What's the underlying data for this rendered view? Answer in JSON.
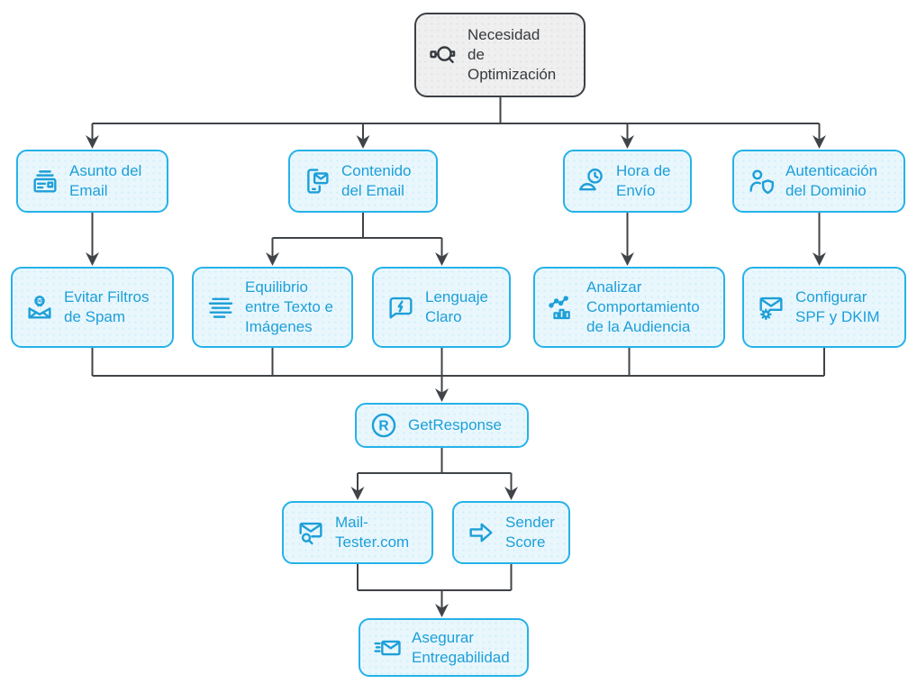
{
  "diagram": {
    "palette": {
      "accent_border": "#25b2e8",
      "accent_text": "#1e9fd8",
      "node_fill": "#e9f7fd",
      "root_fill": "#efefef",
      "root_border": "#3c4046",
      "connector": "#404347"
    },
    "nodes": {
      "necesidad": {
        "label": "Necesidad\nde\nOptimización",
        "icon": "optimization-search-icon"
      },
      "asunto": {
        "label": "Asunto del\nEmail",
        "icon": "stacked-mail-icon"
      },
      "contenido": {
        "label": "Contenido\ndel Email",
        "icon": "phone-mail-icon"
      },
      "hora": {
        "label": "Hora de\nEnvío",
        "icon": "clock-send-icon"
      },
      "autenticacion": {
        "label": "Autenticación\ndel Dominio",
        "icon": "user-shield-icon"
      },
      "evitar": {
        "label": "Evitar Filtros\nde Spam",
        "icon": "spam-skull-mail-icon"
      },
      "equilibrio": {
        "label": "Equilibrio\nentre Texto e\nImágenes",
        "icon": "text-lines-icon"
      },
      "lenguaje": {
        "label": "Lenguaje\nClaro",
        "icon": "speech-bubble-bolt-icon"
      },
      "analizar": {
        "label": "Analizar\nComportamiento\nde la Audiencia",
        "icon": "analytics-chart-icon"
      },
      "configurar": {
        "label": "Configurar\nSPF y DKIM",
        "icon": "mail-gear-icon"
      },
      "getresponse": {
        "label": "GetResponse",
        "icon": "getresponse-logo-icon"
      },
      "mailtester": {
        "label": "Mail-\nTester.com",
        "icon": "mail-search-icon"
      },
      "senderscore": {
        "label": "Sender\nScore",
        "icon": "arrow-right-icon"
      },
      "asegurar": {
        "label": "Asegurar\nEntregabilidad",
        "icon": "mail-sent-icon"
      }
    },
    "edges": [
      "necesidad -> asunto",
      "necesidad -> contenido",
      "necesidad -> hora",
      "necesidad -> autenticacion",
      "asunto -> evitar",
      "contenido -> equilibrio",
      "contenido -> lenguaje",
      "hora -> analizar",
      "autenticacion -> configurar",
      "evitar -> getresponse",
      "equilibrio -> getresponse",
      "lenguaje -> getresponse",
      "analizar -> getresponse",
      "configurar -> getresponse",
      "getresponse -> mailtester",
      "getresponse -> senderscore",
      "mailtester -> asegurar",
      "senderscore -> asegurar"
    ]
  }
}
